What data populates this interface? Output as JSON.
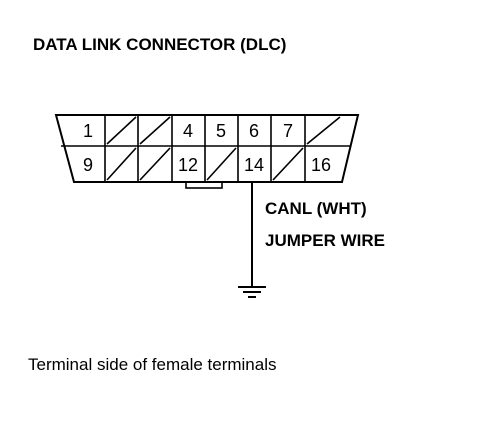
{
  "title": "DATA LINK CONNECTOR (DLC)",
  "pins": {
    "p1": "1",
    "p4": "4",
    "p5": "5",
    "p6": "6",
    "p7": "7",
    "p9": "9",
    "p12": "12",
    "p14": "14",
    "p16": "16"
  },
  "labels": {
    "canl": "CANL (WHT)",
    "jumper": "JUMPER WIRE"
  },
  "caption": "Terminal side of female terminals"
}
